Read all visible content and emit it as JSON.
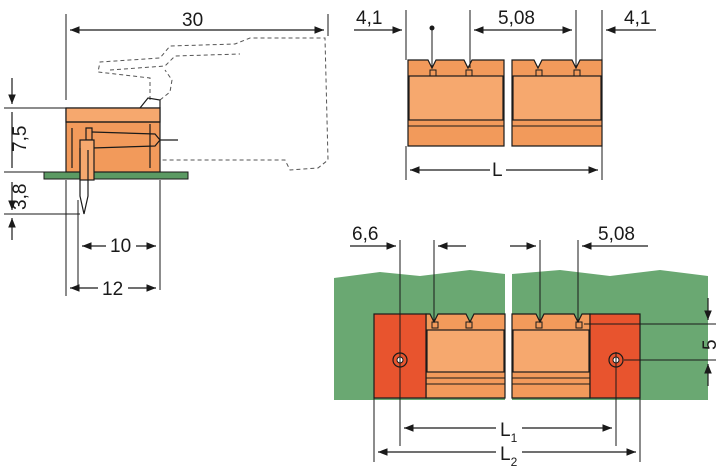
{
  "figure": {
    "side_view": {
      "dim_top": "30",
      "dim_height": "7,5",
      "dim_pin_length": "3,8",
      "dim_pin_offset": "10",
      "dim_depth": "12"
    },
    "top_right_view": {
      "dim_left_margin": "4,1",
      "dim_pitch": "5,08",
      "dim_right_margin": "4,1",
      "dim_length": "L"
    },
    "bottom_right_view": {
      "dim_flange_offset": "6,6",
      "dim_pitch": "5,08",
      "dim_vertical": "5",
      "dim_l1_main": "L",
      "dim_l1_sub": "1",
      "dim_l2_main": "L",
      "dim_l2_sub": "2"
    }
  },
  "colors": {
    "housing": "#f29a5b",
    "flange": "#e8542e",
    "pcb": "#6aa872"
  }
}
